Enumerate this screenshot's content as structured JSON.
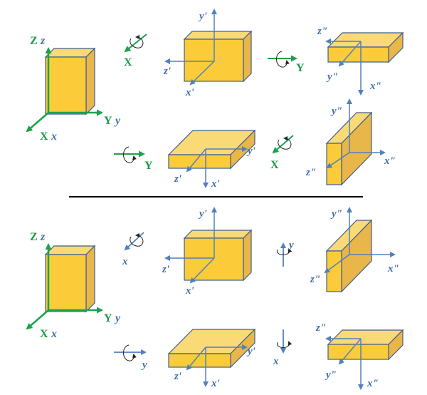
{
  "colors": {
    "box_front": "#FBCB3A",
    "box_side": "#E9B64A",
    "box_top": "#FAD977",
    "box_edge": "#3E5E8E",
    "axis_blue": "#4F81BD",
    "axis_green": "#1AA34A",
    "label_blue": "#3F6FB0",
    "label_green": "#1A9A48",
    "divider": "#000000"
  },
  "icons": [
    "rotation-arrow-icon"
  ],
  "panel_top": {
    "original": {
      "z_upper": "Z",
      "z_lower": "z",
      "y_upper": "Y",
      "y_lower": "y",
      "x_upper": "X",
      "x_lower": "x"
    },
    "row1": {
      "rot1_axis": "X",
      "box1": {
        "y": "y'",
        "z": "z'",
        "x": "x'"
      },
      "rot2_axis": "Y",
      "box2": {
        "z": "z\"",
        "y": "y\"",
        "x": "x\""
      }
    },
    "row2": {
      "rot1_axis": "Y",
      "box1": {
        "y": "y'",
        "z": "z'",
        "x": "x'"
      },
      "rot2_axis": "X",
      "box2": {
        "y": "y\"",
        "z": "z\"",
        "x": "x\""
      }
    }
  },
  "panel_bottom": {
    "original": {
      "z_upper": "Z",
      "z_lower": "z",
      "y_upper": "Y",
      "y_lower": "y",
      "x_upper": "X",
      "x_lower": "x"
    },
    "row1": {
      "rot1_axis": "x",
      "box1": {
        "y": "y'",
        "z": "z'",
        "x": "x'"
      },
      "rot2_axis": "y",
      "box2": {
        "y": "y\"",
        "z": "z\"",
        "x": "x\""
      }
    },
    "row2": {
      "rot1_axis": "y",
      "box1": {
        "y": "y'",
        "z": "z'",
        "x": "x'"
      },
      "rot2_axis": "x",
      "box2": {
        "z": "z\"",
        "y": "y\"",
        "x": "x\""
      }
    }
  }
}
